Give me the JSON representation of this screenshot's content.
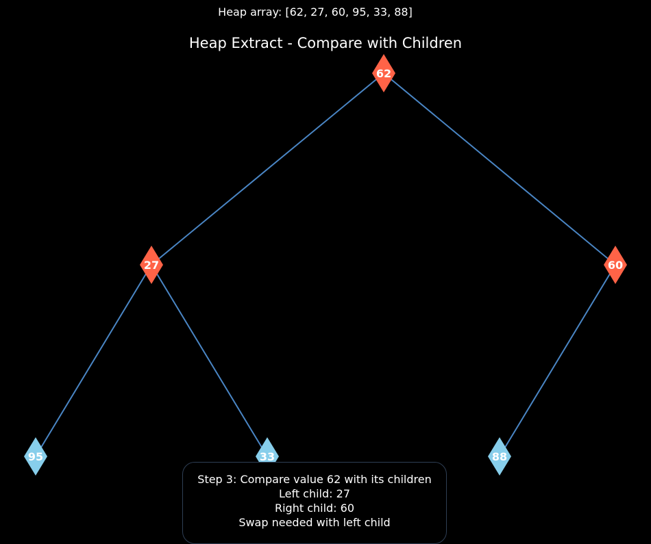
{
  "header": {
    "heap_array": "Heap array: [62, 27, 60, 95, 33, 88]",
    "title": "Heap Extract - Compare with Children"
  },
  "colors": {
    "background": "#000000",
    "edge": "#4a86c5",
    "node_highlight": "#ff6347",
    "node_normal": "#87ceeb",
    "label": "#ffffff",
    "box_border": "#2f3f55"
  },
  "tree": {
    "nodes": [
      {
        "id": 0,
        "value": "62",
        "state": "highlight",
        "level": 0,
        "slot": 0
      },
      {
        "id": 1,
        "value": "27",
        "state": "highlight",
        "level": 1,
        "slot": 0
      },
      {
        "id": 2,
        "value": "60",
        "state": "highlight",
        "level": 1,
        "slot": 1
      },
      {
        "id": 3,
        "value": "95",
        "state": "normal",
        "level": 2,
        "slot": 0
      },
      {
        "id": 4,
        "value": "33",
        "state": "normal",
        "level": 2,
        "slot": 1
      },
      {
        "id": 5,
        "value": "88",
        "state": "normal",
        "level": 2,
        "slot": 2
      }
    ],
    "edges": [
      [
        0,
        1
      ],
      [
        0,
        2
      ],
      [
        1,
        3
      ],
      [
        1,
        4
      ],
      [
        2,
        5
      ]
    ]
  },
  "info": {
    "line1": "Step 3: Compare value 62 with its children",
    "line2": "Left child: 27",
    "line3": "Right child: 60",
    "line4": "Swap needed with left child"
  }
}
